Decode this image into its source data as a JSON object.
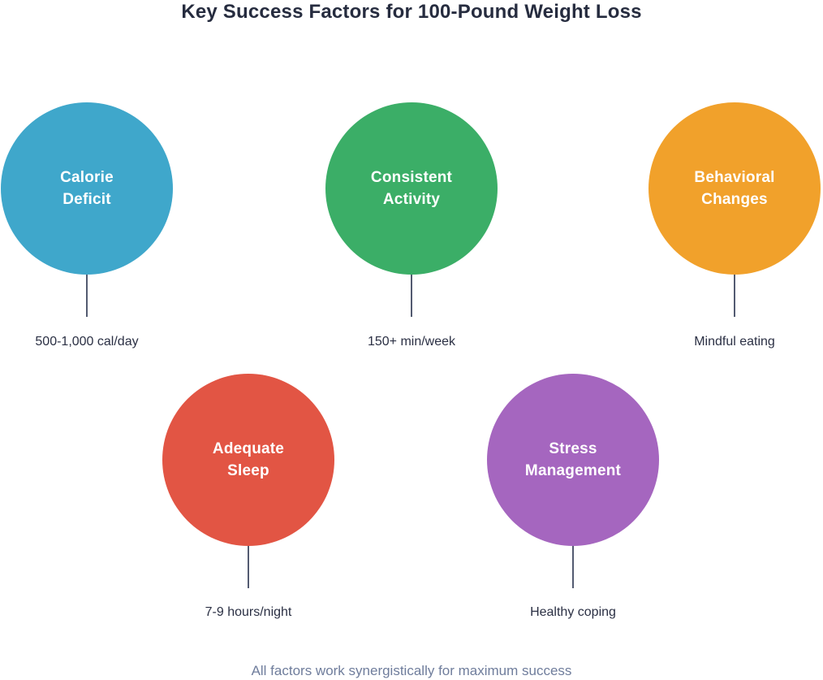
{
  "title": "Key Success Factors for 100-Pound Weight Loss",
  "footer": "All factors work synergistically for maximum success",
  "colors": {
    "background": "#ffffff",
    "title_text": "#262C3F",
    "detail_text": "#2B3044",
    "footer_text": "#6F7D9C",
    "stem_line": "#535B71"
  },
  "factors": [
    {
      "name": "Calorie Deficit",
      "line1": "Calorie",
      "line2": "Deficit",
      "color": "#3FA7CB",
      "detail": "500-1,000 cal/day"
    },
    {
      "name": "Consistent Activity",
      "line1": "Consistent",
      "line2": "Activity",
      "color": "#3BAE67",
      "detail": "150+ min/week"
    },
    {
      "name": "Behavioral Changes",
      "line1": "Behavioral",
      "line2": "Changes",
      "color": "#F1A12B",
      "detail": "Mindful eating"
    },
    {
      "name": "Adequate Sleep",
      "line1": "Adequate",
      "line2": "Sleep",
      "color": "#E25544",
      "detail": "7-9 hours/night"
    },
    {
      "name": "Stress Management",
      "line1": "Stress",
      "line2": "Management",
      "color": "#A566BF",
      "detail": "Healthy coping"
    }
  ]
}
